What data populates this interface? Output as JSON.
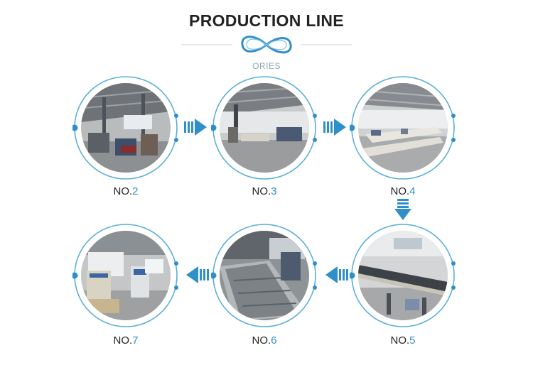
{
  "header": {
    "title": "PRODUCTION LINE",
    "subtitle": "ORIES"
  },
  "colors": {
    "accent": "#2f8fc9",
    "ring": "#5aaedb",
    "text": "#222222"
  },
  "stations": [
    {
      "prefix": "NO.",
      "number": "2",
      "scene": "warehouse-machines"
    },
    {
      "prefix": "NO.",
      "number": "3",
      "scene": "workshop-floor"
    },
    {
      "prefix": "NO.",
      "number": "4",
      "scene": "assembly-tables"
    },
    {
      "prefix": "NO.",
      "number": "5",
      "scene": "conveyor-line"
    },
    {
      "prefix": "NO.",
      "number": "6",
      "scene": "conveyor-belt"
    },
    {
      "prefix": "NO.",
      "number": "7",
      "scene": "packing-area"
    }
  ],
  "flow_arrows": [
    {
      "icon": "arrow-right-icon"
    },
    {
      "icon": "arrow-right-icon"
    },
    {
      "icon": "arrow-down-icon"
    },
    {
      "icon": "arrow-left-icon"
    },
    {
      "icon": "arrow-left-icon"
    }
  ]
}
